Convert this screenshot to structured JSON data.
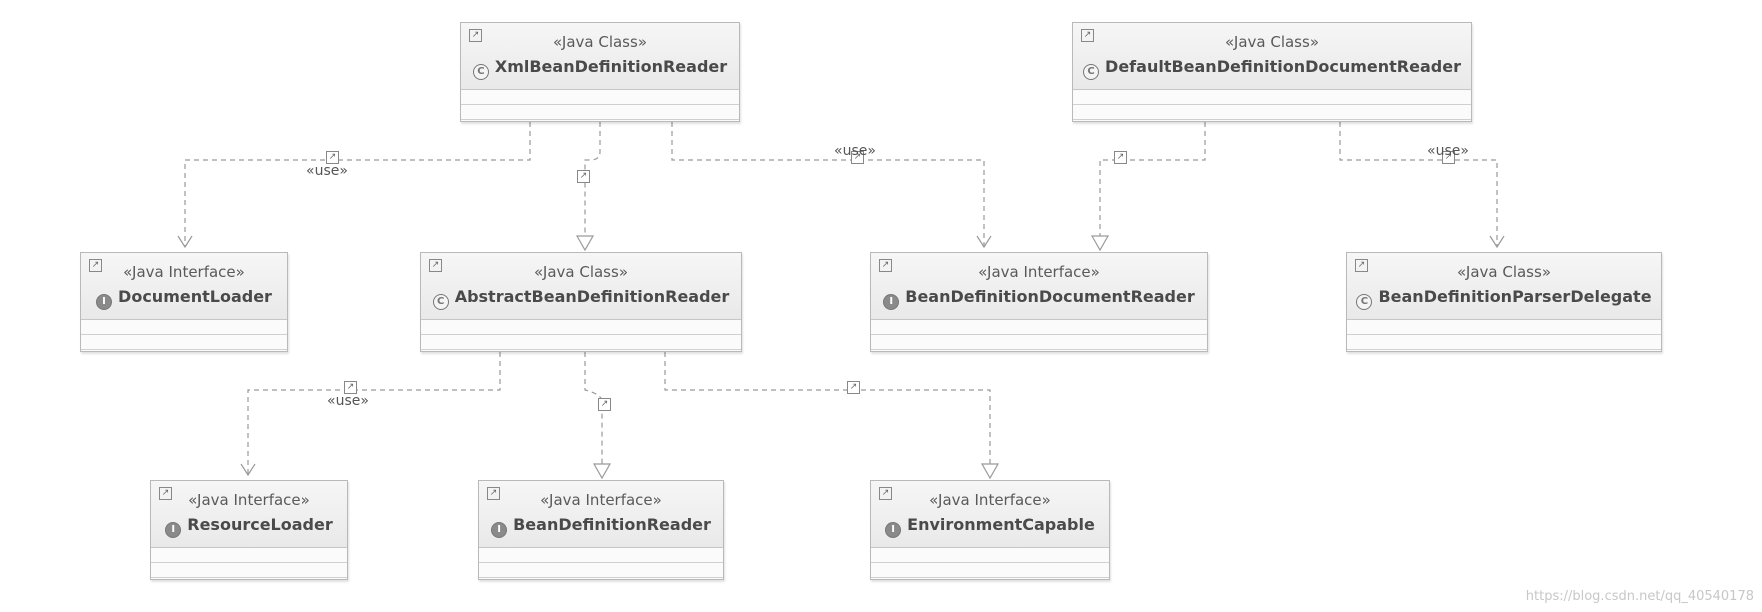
{
  "nodes": {
    "xml_reader": {
      "stereotype": "«Java Class»",
      "name": "XmlBeanDefinitionReader",
      "kind": "class"
    },
    "default_doc_reader": {
      "stereotype": "«Java Class»",
      "name": "DefaultBeanDefinitionDocumentReader",
      "kind": "class"
    },
    "document_loader": {
      "stereotype": "«Java Interface»",
      "name": "DocumentLoader",
      "kind": "interface"
    },
    "abstract_reader": {
      "stereotype": "«Java Class»",
      "name": "AbstractBeanDefinitionReader",
      "kind": "class"
    },
    "doc_reader_iface": {
      "stereotype": "«Java Interface»",
      "name": "BeanDefinitionDocumentReader",
      "kind": "interface"
    },
    "parser_delegate": {
      "stereotype": "«Java Class»",
      "name": "BeanDefinitionParserDelegate",
      "kind": "class"
    },
    "resource_loader": {
      "stereotype": "«Java Interface»",
      "name": "ResourceLoader",
      "kind": "interface"
    },
    "bean_def_reader": {
      "stereotype": "«Java Interface»",
      "name": "BeanDefinitionReader",
      "kind": "interface"
    },
    "env_capable": {
      "stereotype": "«Java Interface»",
      "name": "EnvironmentCapable",
      "kind": "interface"
    }
  },
  "labels": {
    "use": "«use»"
  },
  "icons": {
    "class": "class-icon",
    "interface": "interface-icon",
    "pin": "pin-icon"
  },
  "colors": {
    "line": "#9a9a9a",
    "border": "#b9b9b9",
    "header": "#e9e9e9"
  },
  "watermark": "https://blog.csdn.net/qq_40540178"
}
